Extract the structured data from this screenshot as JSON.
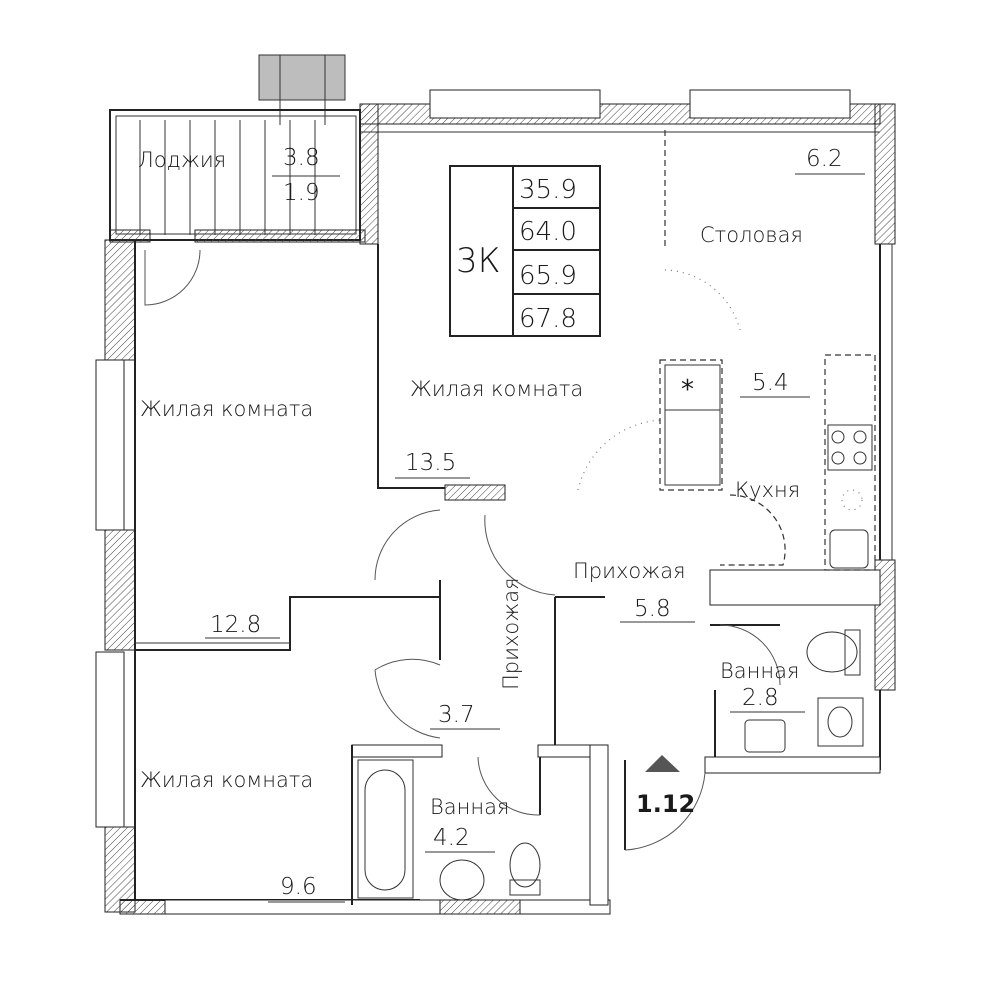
{
  "plan_type": "3К",
  "areas_table": [
    "35.9",
    "64.0",
    "65.9",
    "67.8"
  ],
  "rooms": {
    "loggia": {
      "label": "Лоджия",
      "area": "3.8",
      "area_reduced": "1.9"
    },
    "dining": {
      "label": "Столовая",
      "area": "6.2"
    },
    "living_center": {
      "label": "Жилая комната",
      "area": "13.5"
    },
    "kitchen": {
      "label": "Кухня",
      "area": "5.4"
    },
    "living_left_top": {
      "label": "Жилая комната",
      "area": "12.8"
    },
    "hall_main": {
      "label": "Прихожая",
      "area": "5.8"
    },
    "hall_corridor": {
      "label": "Прихожая",
      "area": "3.7"
    },
    "bath_small": {
      "label": "Ванная",
      "area": "2.8"
    },
    "living_left_bottom": {
      "label": "Жилая комната",
      "area": "9.6"
    },
    "bath_large": {
      "label": "Ванная",
      "area": "4.2"
    }
  },
  "entrance": {
    "label": "1.12",
    "icon": "entrance-triangle-icon",
    "color": "#555555"
  }
}
